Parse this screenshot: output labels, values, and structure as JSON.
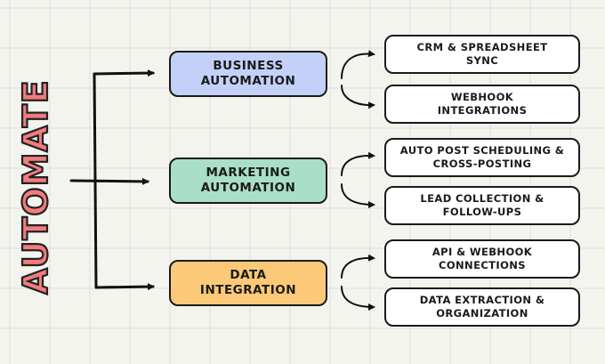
{
  "title": "AUTOMATE",
  "colors": {
    "title": "#f27b7e",
    "business": "#c3d0f7",
    "marketing": "#a9dfc9",
    "data": "#fcc978",
    "background": "#f4f4ef"
  },
  "categories": [
    {
      "label_line1": "BUSINESS",
      "label_line2": "AUTOMATION",
      "items": [
        {
          "line1": "CRM & SPREADSHEET",
          "line2": "SYNC"
        },
        {
          "line1": "WEBHOOK",
          "line2": "INTEGRATIONS"
        }
      ]
    },
    {
      "label_line1": "MARKETING",
      "label_line2": "AUTOMATION",
      "items": [
        {
          "line1": "AUTO POST SCHEDULING &",
          "line2": "CROSS-POSTING"
        },
        {
          "line1": "LEAD COLLECTION &",
          "line2": "FOLLOW-UPS"
        }
      ]
    },
    {
      "label_line1": "DATA",
      "label_line2": "INTEGRATION",
      "items": [
        {
          "line1": "API & WEBHOOK",
          "line2": "CONNECTIONS"
        },
        {
          "line1": "DATA EXTRACTION &",
          "line2": "ORGANIZATION"
        }
      ]
    }
  ]
}
